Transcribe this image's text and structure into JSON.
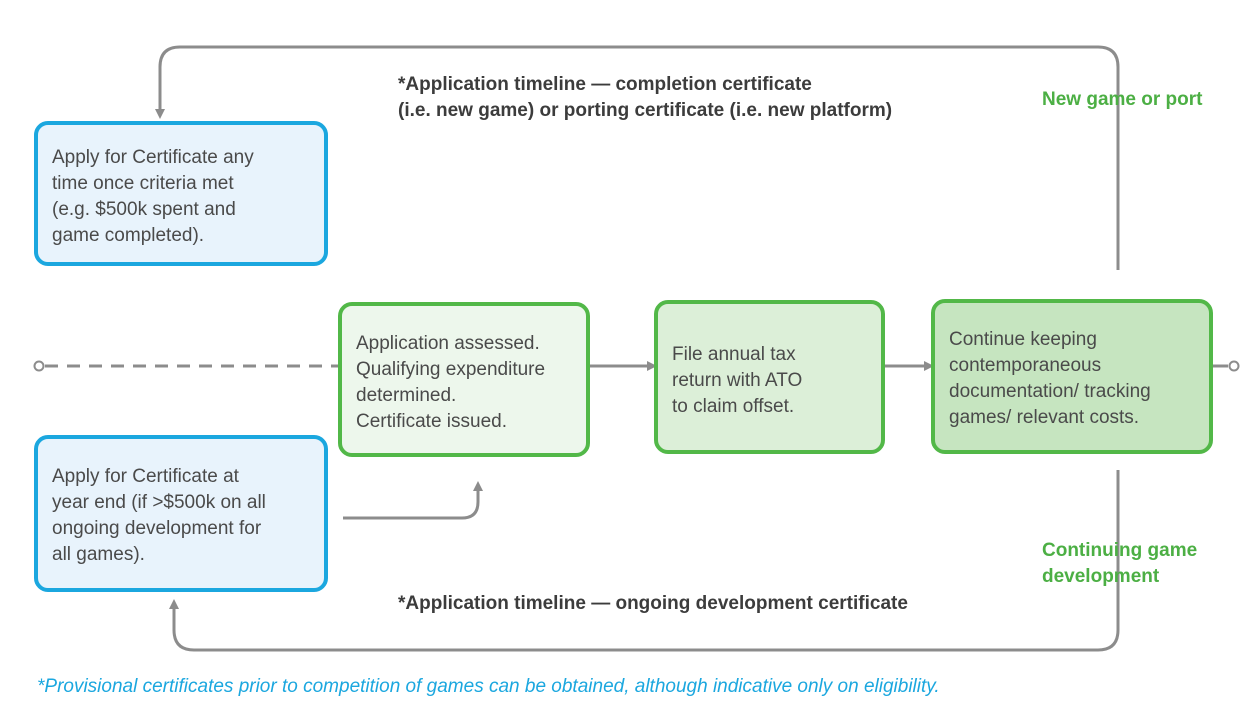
{
  "colors": {
    "blue": "#1ba7df",
    "green": "#52b848",
    "green_text": "#4caf44",
    "connector": "#8c8c8c",
    "text": "#4a4a4a"
  },
  "boxes": {
    "apply_any_time": [
      "Apply for Certificate any",
      "time once criteria met",
      "(e.g. $500k spent and",
      "game completed)."
    ],
    "apply_year_end": [
      "Apply for Certificate at",
      "year end (if >$500k on all",
      "ongoing development for",
      "all games)."
    ],
    "application_assessed": [
      "Application assessed.",
      "Qualifying expenditure",
      "determined.",
      "Certificate issued."
    ],
    "file_tax_return": [
      "File annual tax",
      "return with ATO",
      "to claim offset."
    ],
    "continue_keeping": [
      "Continue keeping",
      "contemporaneous",
      "documentation/ tracking",
      "games/ relevant costs."
    ]
  },
  "labels": {
    "completion_timeline": [
      "*Application timeline — completion certificate",
      "(i.e. new game) or porting certificate (i.e. new platform)"
    ],
    "ongoing_timeline": "*Application timeline — ongoing development certificate",
    "new_game_or_port": "New game or port",
    "continuing_development": [
      "Continuing game",
      "development"
    ]
  },
  "footnote": "*Provisional certificates prior to competition of games can be obtained, although indicative only on eligibility."
}
